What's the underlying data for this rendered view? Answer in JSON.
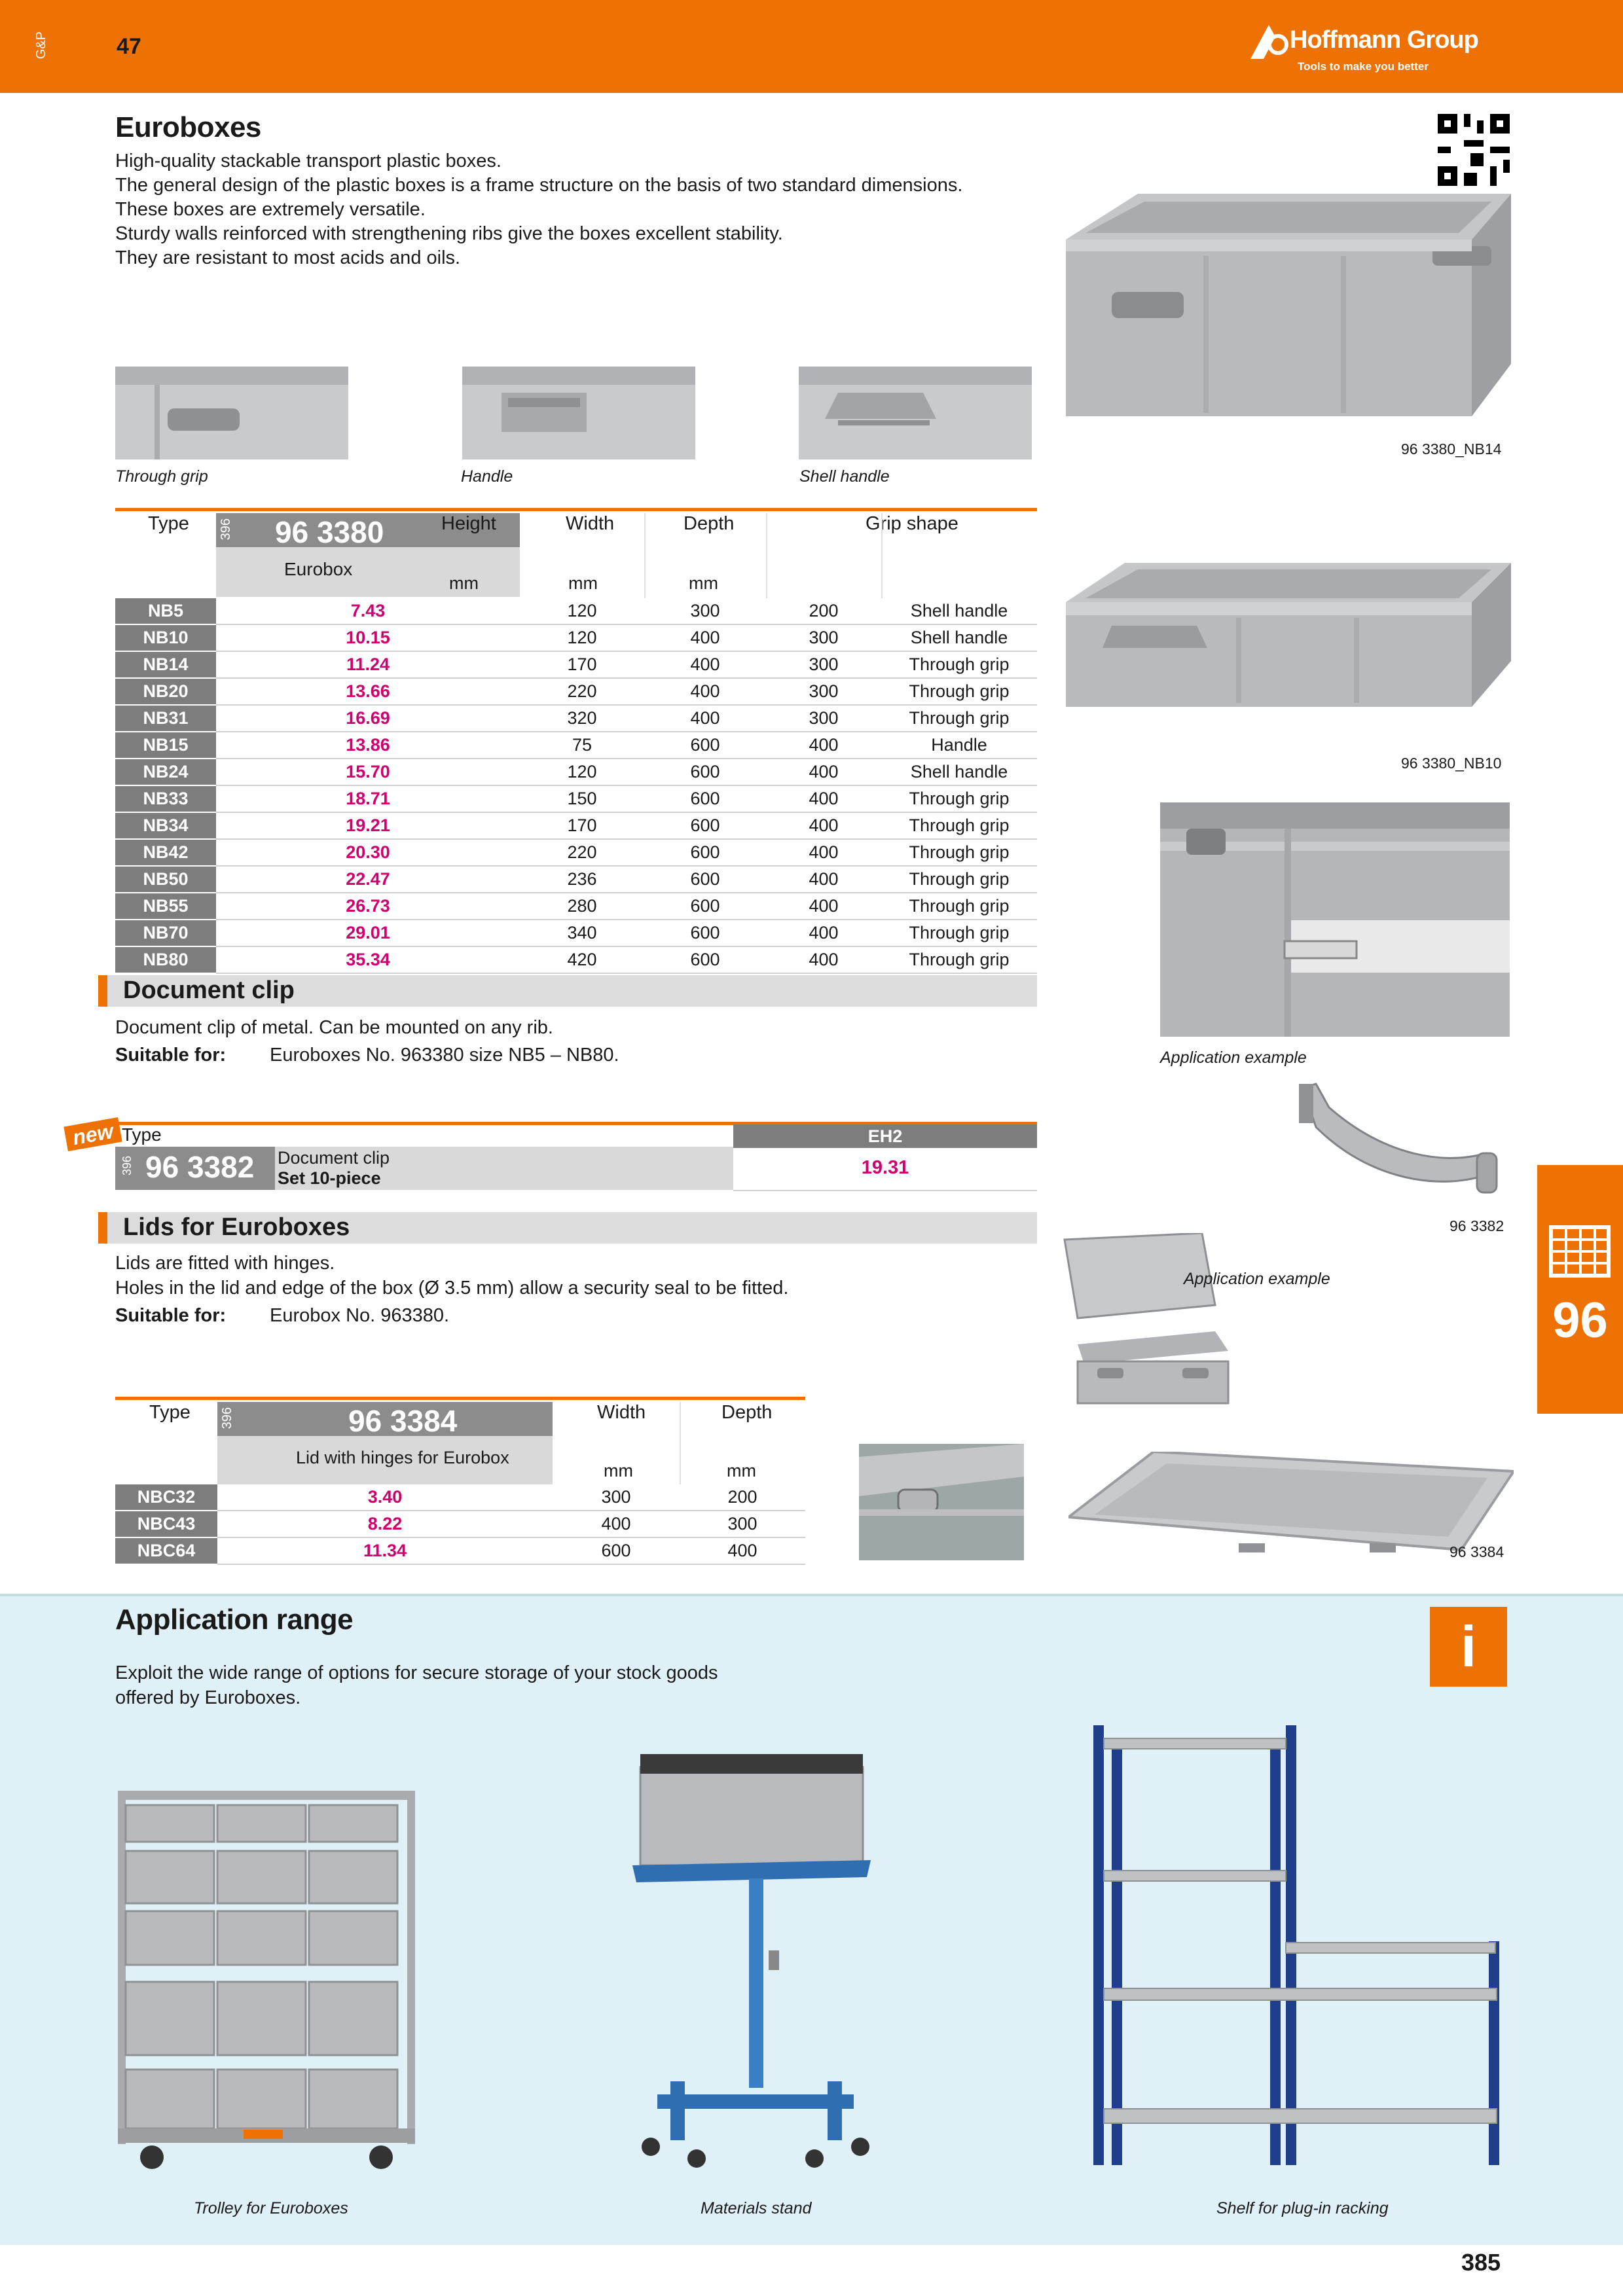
{
  "header": {
    "side_code": "G&P",
    "page_code": "47",
    "brand_name": "Hoffmann Group",
    "brand_tagline": "Tools to make you better"
  },
  "euroboxes": {
    "title": "Euroboxes",
    "intro": [
      "High-quality stackable transport plastic boxes.",
      "The general design of the plastic boxes is a frame structure on the basis of two standard dimensions.",
      "These boxes are extremely versatile.",
      "Sturdy walls reinforced with strengthening ribs give the boxes excellent stability.",
      "They are resistant to most acids and oils."
    ],
    "grip_captions": [
      "Through grip",
      "Handle",
      "Shell handle"
    ],
    "image_captions": [
      "96 3380_NB14",
      "96 3380_NB10",
      "Application example"
    ],
    "table": {
      "col_type": "Type",
      "catalog_prefix": "396",
      "article": "96 3380",
      "article_desc": "Eurobox",
      "col_height": "Height",
      "col_width": "Width",
      "col_depth": "Depth",
      "col_grip": "Grip shape",
      "unit": "mm",
      "rows": [
        {
          "type": "NB5",
          "price": "7.43",
          "h": "120",
          "w": "300",
          "d": "200",
          "grip": "Shell handle"
        },
        {
          "type": "NB10",
          "price": "10.15",
          "h": "120",
          "w": "400",
          "d": "300",
          "grip": "Shell handle"
        },
        {
          "type": "NB14",
          "price": "11.24",
          "h": "170",
          "w": "400",
          "d": "300",
          "grip": "Through grip"
        },
        {
          "type": "NB20",
          "price": "13.66",
          "h": "220",
          "w": "400",
          "d": "300",
          "grip": "Through grip"
        },
        {
          "type": "NB31",
          "price": "16.69",
          "h": "320",
          "w": "400",
          "d": "300",
          "grip": "Through grip"
        },
        {
          "type": "NB15",
          "price": "13.86",
          "h": "75",
          "w": "600",
          "d": "400",
          "grip": "Handle"
        },
        {
          "type": "NB24",
          "price": "15.70",
          "h": "120",
          "w": "600",
          "d": "400",
          "grip": "Shell handle"
        },
        {
          "type": "NB33",
          "price": "18.71",
          "h": "150",
          "w": "600",
          "d": "400",
          "grip": "Through grip"
        },
        {
          "type": "NB34",
          "price": "19.21",
          "h": "170",
          "w": "600",
          "d": "400",
          "grip": "Through grip"
        },
        {
          "type": "NB42",
          "price": "20.30",
          "h": "220",
          "w": "600",
          "d": "400",
          "grip": "Through grip"
        },
        {
          "type": "NB50",
          "price": "22.47",
          "h": "236",
          "w": "600",
          "d": "400",
          "grip": "Through grip"
        },
        {
          "type": "NB55",
          "price": "26.73",
          "h": "280",
          "w": "600",
          "d": "400",
          "grip": "Through grip"
        },
        {
          "type": "NB70",
          "price": "29.01",
          "h": "340",
          "w": "600",
          "d": "400",
          "grip": "Through grip"
        },
        {
          "type": "NB80",
          "price": "35.34",
          "h": "420",
          "w": "600",
          "d": "400",
          "grip": "Through grip"
        }
      ]
    }
  },
  "document_clip": {
    "title": "Document clip",
    "desc": "Document clip of metal. Can be mounted on any rib.",
    "suitable_label": "Suitable for:",
    "suitable_value": "Euroboxes No. 963380 size NB5 – NB80.",
    "new_badge": "new",
    "col_type": "Type",
    "catalog_prefix": "396",
    "article": "96 3382",
    "article_desc_1": "Document clip",
    "article_desc_2": "Set 10-piece",
    "variant": "EH2",
    "price": "19.31",
    "image_caption": "96 3382"
  },
  "lids": {
    "title": "Lids for Euroboxes",
    "desc_1": "Lids are fitted with hinges.",
    "desc_2": "Holes in the lid and edge of the box (Ø 3.5 mm) allow a security seal to be fitted.",
    "suitable_label": "Suitable for:",
    "suitable_value": "Eurobox No. 963380.",
    "app_caption": "Application example",
    "image_caption": "96 3384",
    "table": {
      "col_type": "Type",
      "catalog_prefix": "396",
      "article": "96 3384",
      "article_desc": "Lid with hinges for Eurobox",
      "col_width": "Width",
      "col_depth": "Depth",
      "unit": "mm",
      "rows": [
        {
          "type": "NBC32",
          "price": "3.40",
          "w": "300",
          "d": "200"
        },
        {
          "type": "NBC43",
          "price": "8.22",
          "w": "400",
          "d": "300"
        },
        {
          "type": "NBC64",
          "price": "11.34",
          "w": "600",
          "d": "400"
        }
      ]
    }
  },
  "chapter_tab": {
    "number": "96"
  },
  "application_range": {
    "title": "Application range",
    "info_glyph": "i",
    "text_1": "Exploit the wide range of options for secure storage of your stock goods",
    "text_2": "offered by Euroboxes.",
    "captions": [
      "Trolley for Euroboxes",
      "Materials stand",
      "Shelf for plug-in racking"
    ]
  },
  "footer": {
    "page_number": "385"
  },
  "colors": {
    "accent": "#ee7203",
    "price": "#d0006f",
    "type_cell": "#7d7d7d",
    "app_bg": "#dff0f6"
  }
}
